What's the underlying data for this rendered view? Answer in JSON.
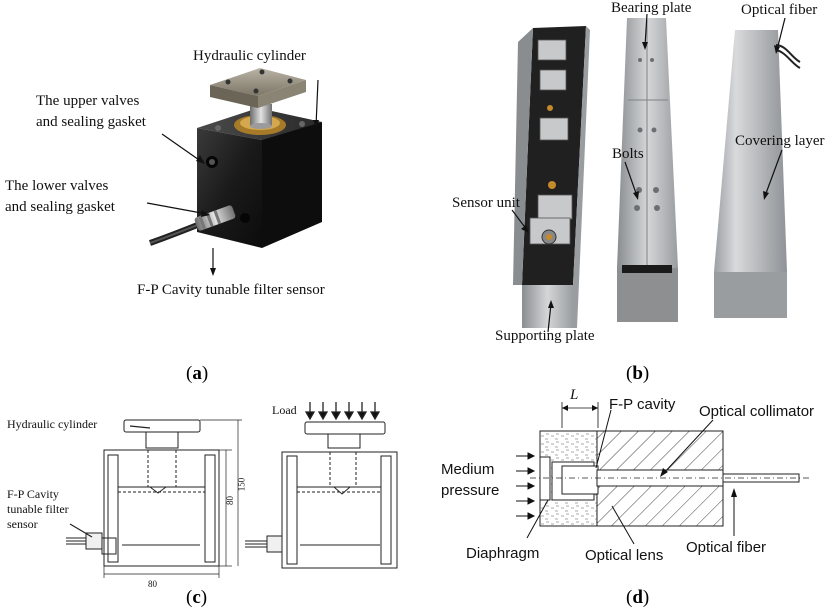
{
  "panel_a": {
    "caption_letter": "a",
    "labels": {
      "hydraulic_cylinder": "Hydraulic cylinder",
      "upper_valves_line1": "The upper  valves",
      "upper_valves_line2": "and sealing gasket",
      "lower_valves_line1": "The lower  valves",
      "lower_valves_line2": "and sealing gasket",
      "fp_sensor": "F-P Cavity tunable filter sensor"
    }
  },
  "panel_b": {
    "caption_letter": "b",
    "labels": {
      "bearing_plate": "Bearing plate",
      "optical_fiber": "Optical fiber",
      "bolts": "Bolts",
      "covering_layer": "Covering layer",
      "sensor_unit": "Sensor unit",
      "supporting_plate": "Supporting plate"
    }
  },
  "panel_c": {
    "caption_letter": "c",
    "labels": {
      "hydraulic_cylinder": "Hydraulic cylinder",
      "fp_line1": "F-P Cavity",
      "fp_line2": "tunable filter",
      "fp_line3": "sensor",
      "load": "Load",
      "dim_width": "80",
      "dim_height_inner": "80",
      "dim_height_total": "150"
    }
  },
  "panel_d": {
    "caption_letter": "d",
    "labels": {
      "L": "L",
      "fp_cavity": "F-P cavity",
      "optical_collimator": "Optical collimator",
      "medium_line1": "Medium",
      "medium_line2": "pressure",
      "diaphragm": "Diaphragm",
      "optical_lens": "Optical lens",
      "optical_fiber": "Optical fiber"
    }
  }
}
